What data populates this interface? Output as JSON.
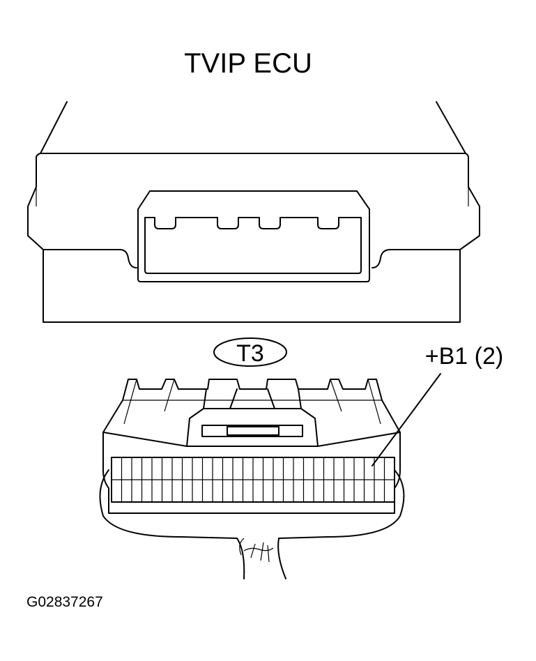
{
  "title": "TVIP ECU",
  "connector_label": "T3",
  "terminal_label": "+B1 (2)",
  "figure_id": "G02837267",
  "terminal_pins": 28
}
